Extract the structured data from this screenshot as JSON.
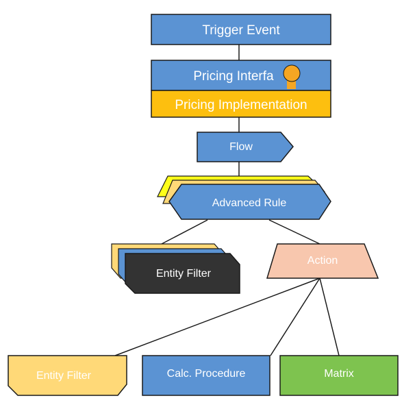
{
  "nodes": {
    "trigger_event": {
      "label": "Trigger Event"
    },
    "pricing_interface": {
      "label": "Pricing Interfa"
    },
    "pricing_implementation": {
      "label": "Pricing Implementation"
    },
    "flow": {
      "label": "Flow"
    },
    "advanced_rule": {
      "label": "Advanced Rule"
    },
    "entity_filter_stack": {
      "label": "Entity Filter"
    },
    "action": {
      "label": "Action"
    },
    "entity_filter": {
      "label": "Entity Filter"
    },
    "calc_procedure": {
      "label": "Calc. Procedure"
    },
    "matrix": {
      "label": "Matrix"
    }
  },
  "colors": {
    "blue": "#5b93d3",
    "blue_border": "#1a1a1a",
    "orange": "#fdbf0f",
    "yellow": "#ffff1a",
    "light_yellow": "#ffd978",
    "peach": "#f8c7ae",
    "green": "#7ec34f",
    "dark": "#333333",
    "line": "#1a1a1a",
    "lock": "#f5a623"
  },
  "icons": {
    "lock_marker": "lock-icon"
  }
}
